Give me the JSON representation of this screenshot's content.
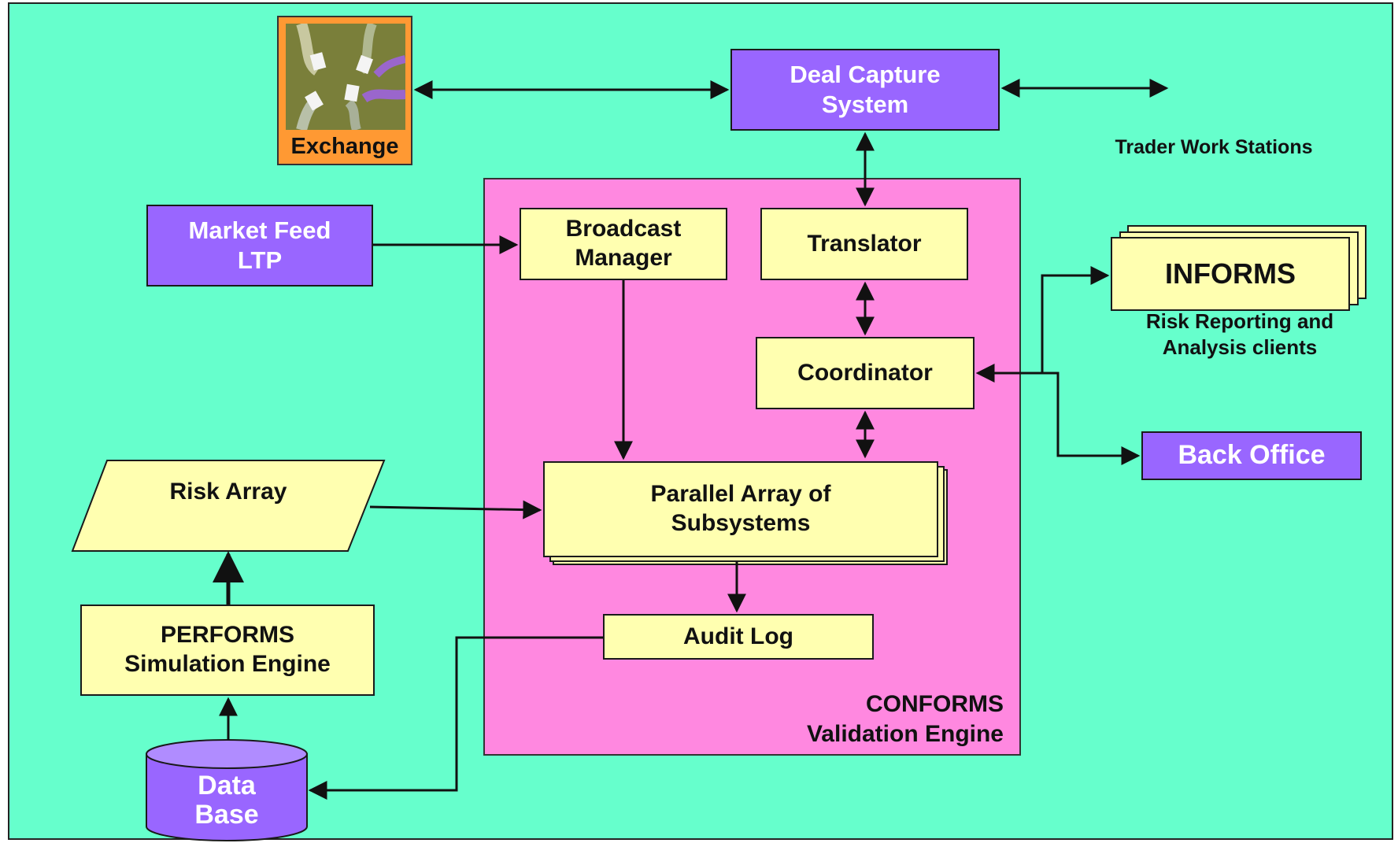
{
  "colors": {
    "background": "#66ffcc",
    "engine_panel": "#ff88e0",
    "yellow_box": "#ffffb0",
    "purple_box": "#9966ff",
    "exchange_box": "#ff9933",
    "exchange_image": "#7a7f3a"
  },
  "nodes": {
    "exchange": {
      "label": "Exchange",
      "image": "traders-exchanging-papers-image"
    },
    "deal_capture": {
      "label": "Deal Capture\nSystem"
    },
    "trader_workstations": {
      "label": "Trader Work Stations"
    },
    "market_feed": {
      "label": "Market Feed\nLTP"
    },
    "broadcast_manager": {
      "label": "Broadcast\nManager"
    },
    "translator": {
      "label": "Translator"
    },
    "coordinator": {
      "label": "Coordinator"
    },
    "informs": {
      "label": "INFORMS",
      "caption": "Risk Reporting and\nAnalysis clients"
    },
    "back_office": {
      "label": "Back Office"
    },
    "risk_array": {
      "label": "Risk Array"
    },
    "parallel_array": {
      "label": "Parallel Array of\nSubsystems"
    },
    "audit_log": {
      "label": "Audit Log"
    },
    "performs": {
      "label": "PERFORMS\nSimulation Engine"
    },
    "database": {
      "label": "Data\nBase"
    },
    "conforms": {
      "label": "CONFORMS\nValidation Engine"
    }
  }
}
